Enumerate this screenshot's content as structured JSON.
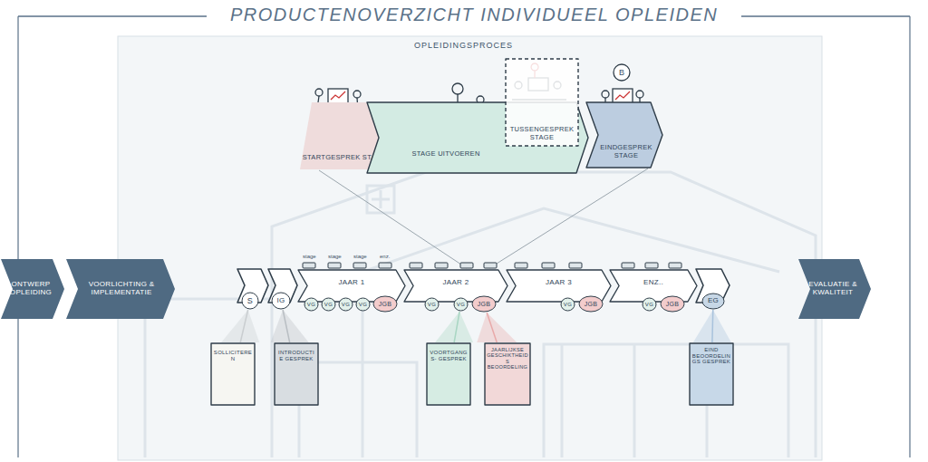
{
  "diagram": {
    "title": "PRODUCTENOVERZICHT INDIVIDUEEL OPLEIDEN",
    "nodes": [
      {
        "text": [
          "ONTWERP OPLEIDING"
        ]
      },
      {
        "text": [
          "VOORLICHTING & IMPLEMENTATIE"
        ]
      },
      {
        "text": [
          "STARTGESPREK STAGE"
        ]
      },
      {
        "text": [
          "STAGE UITVOEREN"
        ]
      },
      {
        "text": [
          "TUSSENGESPREK STAGE"
        ],
        "in": 3
      },
      {
        "text": [
          "EINDGESPREK STAGE"
        ]
      },
      {
        "text": [
          "S"
        ]
      },
      {
        "text": [
          "IG"
        ]
      },
      {
        "text": [
          "JAAR 1"
        ]
      },
      {
        "text": [
          "VG"
        ],
        "in": 8
      },
      {
        "text": [
          "VG"
        ],
        "in": 8
      },
      {
        "text": [
          "VG"
        ],
        "in": 8
      },
      {
        "text": [
          "VG"
        ],
        "in": 8
      },
      {
        "text": [
          "JGB"
        ],
        "in": 8
      },
      {
        "text": [
          "JAAR 2"
        ]
      },
      {
        "text": [
          "VG"
        ],
        "in": 14
      },
      {
        "text": [
          "VG"
        ],
        "in": 14
      },
      {
        "text": [
          "JGB"
        ],
        "in": 14
      },
      {
        "text": [
          "JAAR 3"
        ]
      },
      {
        "text": [
          "VG"
        ],
        "in": 18
      },
      {
        "text": [
          "JGB"
        ],
        "in": 18
      },
      {
        "text": [
          "ENZ.."
        ]
      },
      {
        "text": [
          "VG"
        ],
        "in": 21
      },
      {
        "text": [
          "JGB"
        ],
        "in": 21
      },
      {
        "text": [
          "EG"
        ]
      },
      {
        "text": [
          "SOLLICITEREN"
        ]
      },
      {
        "text": [
          "INTRODUCTIE GESPREK"
        ]
      },
      {
        "text": [
          "VOORTGANGS- GESPREK"
        ]
      },
      {
        "text": [
          "JAARLIJKSE GESCHIKTHEIDS BEOORDELING"
        ]
      },
      {
        "text": [
          "EIND BEOORDELINGS GESPREK"
        ]
      },
      {
        "text": [
          "EVALUATIE & KWALITEIT"
        ]
      }
    ],
    "edges": [
      {
        "from": 6,
        "to": 25,
        "arrow": "none"
      },
      {
        "from": 7,
        "to": 26,
        "arrow": "none"
      },
      {
        "from": 16,
        "to": 27,
        "arrow": "none"
      },
      {
        "from": 17,
        "to": 28,
        "arrow": "none"
      },
      {
        "from": 24,
        "to": 29,
        "arrow": "none"
      }
    ],
    "labels": [
      "OPLEIDINGSPROCES",
      "B",
      "stage",
      "stage",
      "stage",
      "enz."
    ]
  }
}
